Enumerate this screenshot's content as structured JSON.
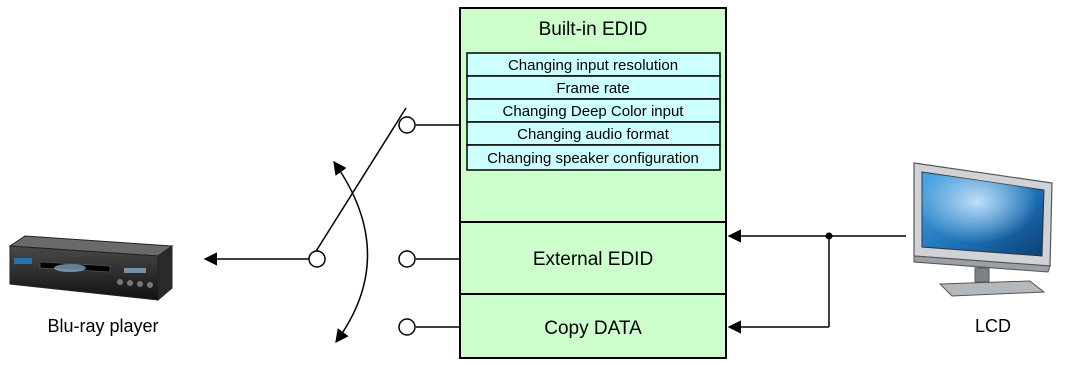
{
  "edid_box": {
    "builtin_title": "Built-in EDID",
    "items": [
      "Changing input resolution",
      "Frame rate",
      "Changing Deep Color input",
      "Changing audio format",
      "Changing speaker configuration"
    ],
    "external_label": "External EDID",
    "copy_label": "Copy DATA"
  },
  "devices": {
    "source_label": "Blu-ray player",
    "display_label": "LCD"
  },
  "colors": {
    "box_fill": "#ccffcc",
    "item_fill": "#ccffff",
    "screen_blue": "#1a6fb5"
  },
  "icons": [
    "blu-ray-player-icon",
    "lcd-monitor-icon"
  ]
}
